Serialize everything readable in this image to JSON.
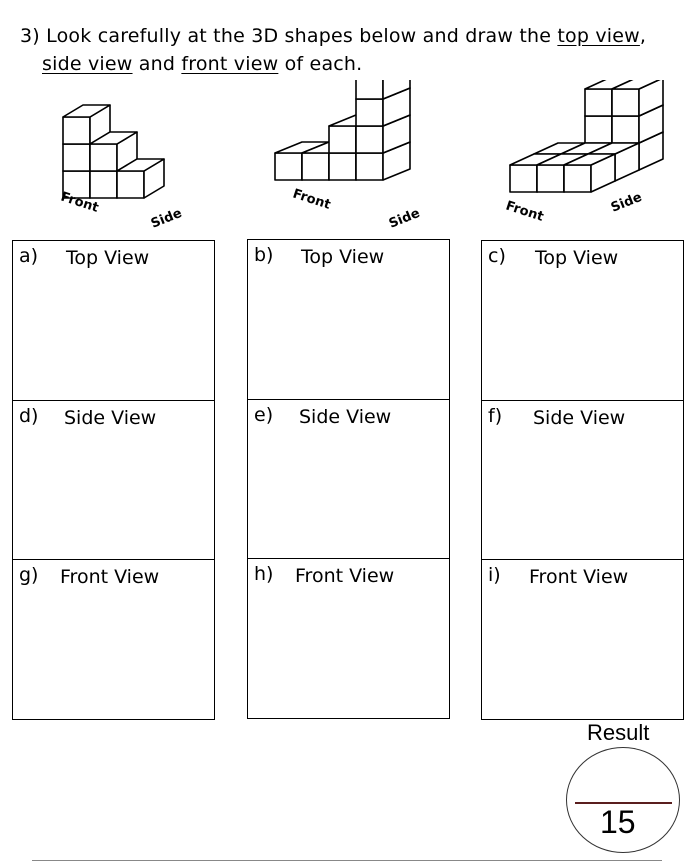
{
  "question": {
    "number": "3)",
    "line1_start": "Look carefully at the 3D shapes below and draw the ",
    "top_view": "top view",
    "comma": ",",
    "side_view": "side view",
    "and": " and ",
    "front_view": "front view",
    "line2_end": " of each."
  },
  "shapes": [
    {
      "front_label": "Front",
      "side_label": "Side"
    },
    {
      "front_label": "Front",
      "side_label": "Side"
    },
    {
      "front_label": "Front",
      "side_label": "Side"
    }
  ],
  "columns": [
    {
      "cells": [
        {
          "letter": "a)",
          "title": "Top View"
        },
        {
          "letter": "d)",
          "title": "Side View"
        },
        {
          "letter": "g)",
          "title": "Front View"
        }
      ]
    },
    {
      "cells": [
        {
          "letter": "b)",
          "title": "Top View"
        },
        {
          "letter": "e)",
          "title": "Side View"
        },
        {
          "letter": "h)",
          "title": "Front View"
        }
      ]
    },
    {
      "cells": [
        {
          "letter": "c)",
          "title": "Top View"
        },
        {
          "letter": "f)",
          "title": "Side View"
        },
        {
          "letter": "i)",
          "title": "Front View"
        }
      ]
    }
  ],
  "result": {
    "label": "Result",
    "score": "15"
  }
}
